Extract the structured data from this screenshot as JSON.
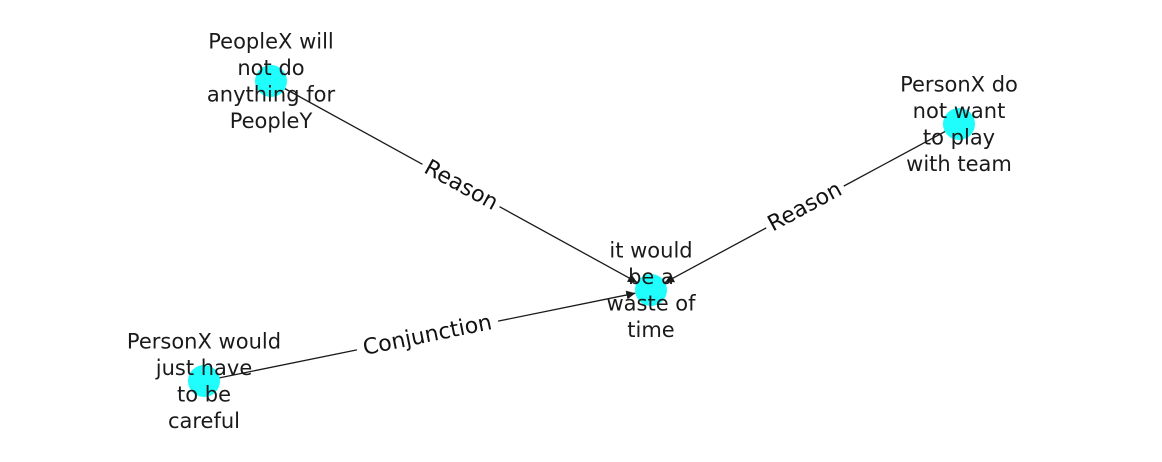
{
  "colors": {
    "node_fill": "#1ffdfd",
    "edge_stroke": "#1a1a1a",
    "background": "#ffffff"
  },
  "nodes": [
    {
      "id": "center",
      "lines": [
        "it would",
        "be a",
        "waste of",
        "time"
      ]
    },
    {
      "id": "peoplex",
      "lines": [
        "PeopleX will",
        "not do",
        "anything for",
        "PeopleY"
      ]
    },
    {
      "id": "personx-team",
      "lines": [
        "PersonX do",
        "not want",
        "to play",
        "with team"
      ]
    },
    {
      "id": "personx-careful",
      "lines": [
        "PersonX would",
        "just have",
        "to be",
        "careful"
      ]
    }
  ],
  "edges": [
    {
      "from": "peoplex",
      "to": "center",
      "label": "Reason"
    },
    {
      "from": "personx-team",
      "to": "center",
      "label": "Reason"
    },
    {
      "from": "personx-careful",
      "to": "center",
      "label": "Conjunction"
    }
  ]
}
